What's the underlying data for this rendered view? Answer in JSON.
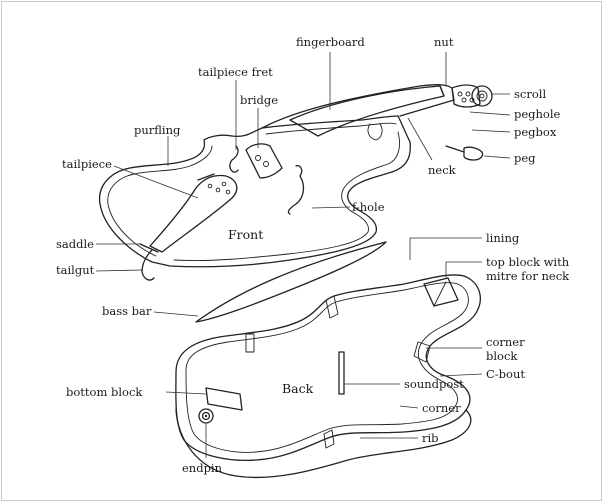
{
  "labels": {
    "fingerboard": "fingerboard",
    "nut": "nut",
    "tailpiece_fret": "tailpiece fret",
    "bridge": "bridge",
    "scroll": "scroll",
    "peghole": "peghole",
    "purfling": "purfling",
    "pegbox": "pegbox",
    "peg": "peg",
    "tailpiece": "tailpiece",
    "neck": "neck",
    "f_hole": "f-hole",
    "front": "Front",
    "saddle": "saddle",
    "lining": "lining",
    "tailgut": "tailgut",
    "top_block_line1": "top block with",
    "top_block_line2": "mitre for neck",
    "bass_bar": "bass bar",
    "corner_block_line1": "corner",
    "corner_block_line2": "block",
    "c_bout": "C-bout",
    "back": "Back",
    "soundpost": "soundpost",
    "bottom_block": "bottom block",
    "corner": "corner",
    "rib": "rib",
    "endpin": "endpin"
  }
}
